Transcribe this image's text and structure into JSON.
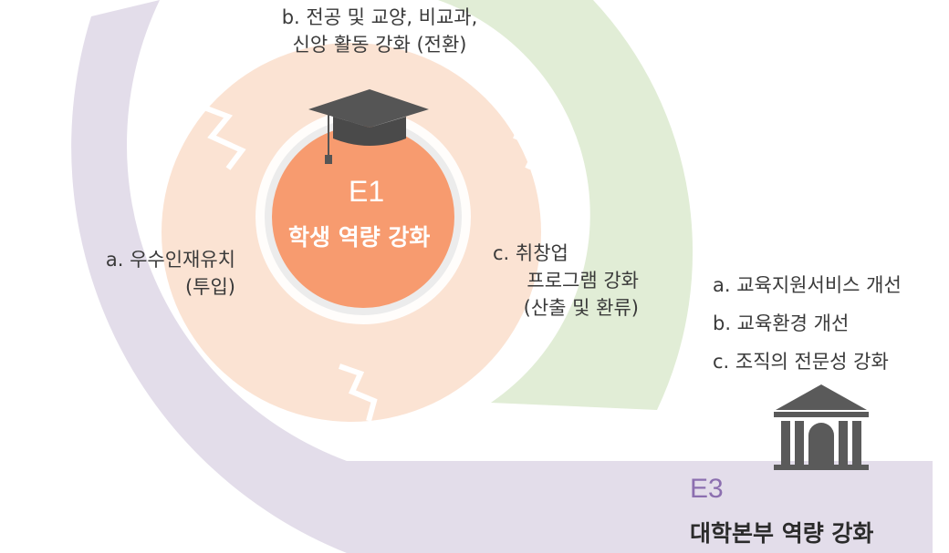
{
  "colors": {
    "purple_band": "#e3ddea",
    "green_band": "#e1edd6",
    "peach_ring": "#fbe3d3",
    "core": "#f79b6f",
    "core_border": "#eeeeee",
    "icon_gray": "#5a5a5a",
    "e3_accent": "#8c6fb0"
  },
  "e1": {
    "code": "E1",
    "title": "학생 역량 강화",
    "icon": "graduation-cap-icon",
    "items": {
      "a": [
        "a. 우수인재유치",
        "(투입)"
      ],
      "b": [
        "b. 전공 및 교양, 비교과,",
        "신앙 활동 강화 (전환)"
      ],
      "c": [
        "c. 취창업",
        "프로그램 강화",
        "(산출 및 환류)"
      ]
    }
  },
  "e3": {
    "code": "E3",
    "title": "대학본부 역량 강화",
    "icon": "building-columns-icon",
    "items": [
      "a. 교육지원서비스 개선",
      "b. 교육환경 개선",
      "c. 조직의 전문성 강화"
    ]
  }
}
